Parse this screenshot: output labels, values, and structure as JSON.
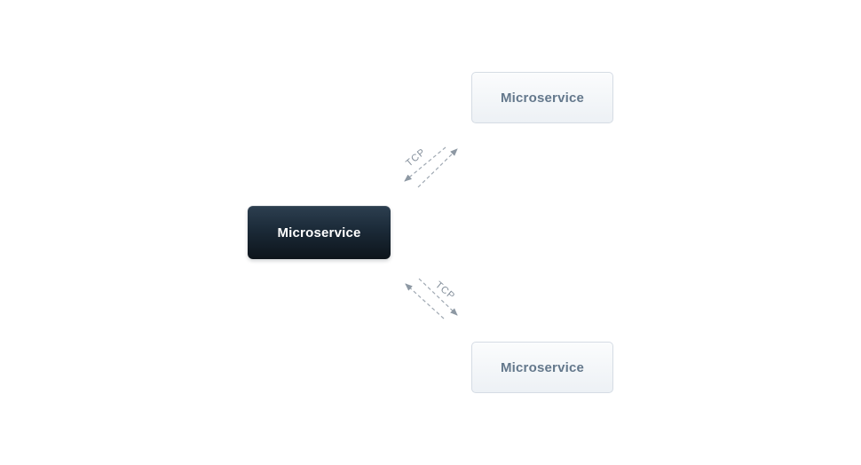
{
  "diagram": {
    "nodes": [
      {
        "id": "microservice-left",
        "label": "Microservice",
        "variant": "dark"
      },
      {
        "id": "microservice-top",
        "label": "Microservice",
        "variant": "light"
      },
      {
        "id": "microservice-bottom",
        "label": "Microservice",
        "variant": "light"
      }
    ],
    "connections": [
      {
        "from": "microservice-left",
        "to": "microservice-top",
        "label": "TCP",
        "style": "dashed-bidirectional"
      },
      {
        "from": "microservice-left",
        "to": "microservice-bottom",
        "label": "TCP",
        "style": "dashed-bidirectional"
      }
    ],
    "colors": {
      "background": "#ffffff",
      "dark_node_gradient_top": "#2d3f50",
      "dark_node_gradient_bottom": "#0d141b",
      "dark_node_text": "#ffffff",
      "light_node_gradient_top": "#fbfcfd",
      "light_node_gradient_bottom": "#edf1f5",
      "light_node_border": "#d5dce4",
      "light_node_text": "#64788c",
      "connector_line": "#9fa8b2",
      "connector_arrowhead": "#8d98a3",
      "connector_label": "#848f9b"
    }
  }
}
